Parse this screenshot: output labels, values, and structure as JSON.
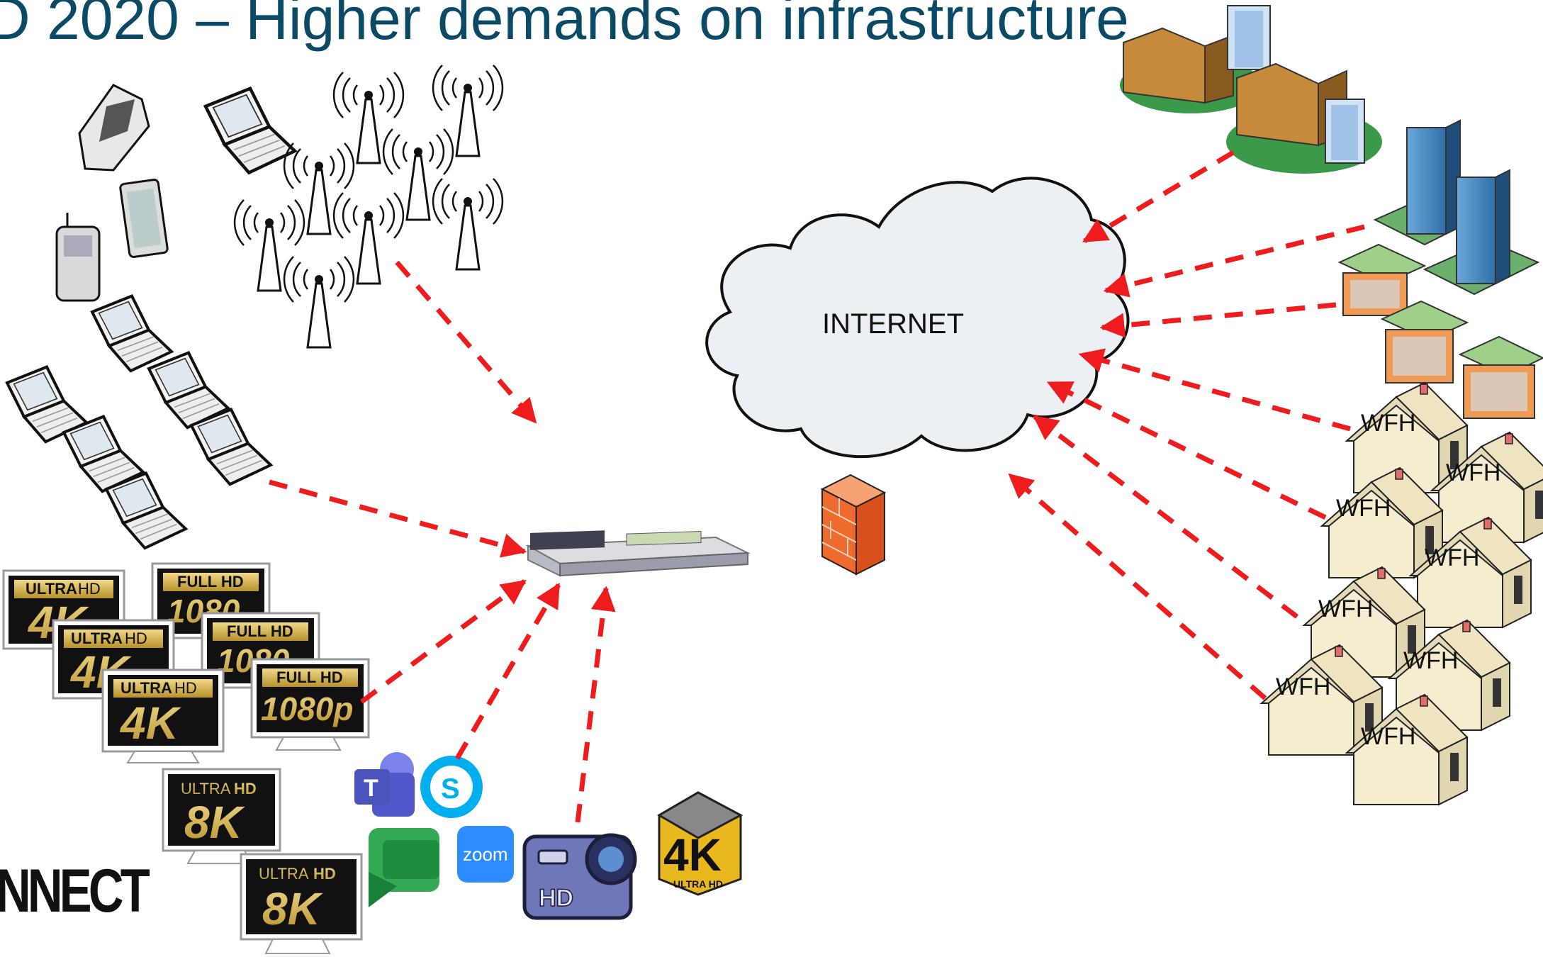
{
  "slide": {
    "title": "D 2020 – Higher demands on infrastructure",
    "logo_text": "NNECT"
  },
  "cloud": {
    "label": "INTERNET"
  },
  "houses": {
    "label": "WFH"
  },
  "badges": {
    "ultra": "ULTRA",
    "hd": "HD",
    "full_hd": "FULL HD",
    "v4k": "4K",
    "v8k": "8K",
    "v1080": "1080",
    "v1080p": "1080p"
  },
  "apps": {
    "zoom": "zoom",
    "teams_initial": "T",
    "camera_label": "HD",
    "box_main": "4K",
    "box_sub": "ULTRA HD"
  },
  "colors": {
    "title": "#0b4a66",
    "arrow": "#ee1c1c",
    "cloud_fill": "#eceff3",
    "badge_gold": "#d9b64b"
  },
  "icons": [
    "mobile-phone-icon",
    "laptop-icon",
    "tablet-icon",
    "cell-tower-icon",
    "switch-icon",
    "cloud-icon",
    "firewall-icon",
    "office-building-icon",
    "skyscraper-icon",
    "apartment-icon",
    "house-icon",
    "teams-icon",
    "skype-icon",
    "google-chat-icon",
    "zoom-icon",
    "camera-icon",
    "4k-box-icon"
  ]
}
